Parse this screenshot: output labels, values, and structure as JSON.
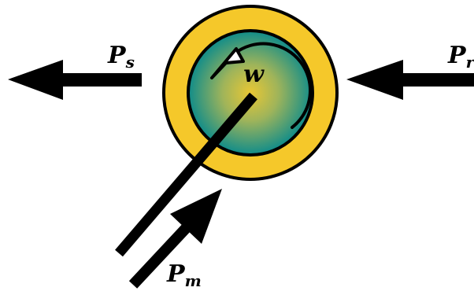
{
  "labels": {
    "ps": {
      "main": "P",
      "sub": "s"
    },
    "pr": {
      "main": "P",
      "sub": "r"
    },
    "pm": {
      "main": "P",
      "sub": "m"
    },
    "omega": "w"
  },
  "colors": {
    "ring": "#F5C82A",
    "disk_center": "#E9C734",
    "disk_edge": "#0F8C8A",
    "stroke": "#000000",
    "background": "#FFFFFF"
  },
  "arrows": {
    "ps": {
      "direction": "left"
    },
    "pr": {
      "direction": "left"
    },
    "pm": {
      "direction": "up-right"
    }
  },
  "rotation_arrow": {
    "direction": "counterclockwise"
  }
}
